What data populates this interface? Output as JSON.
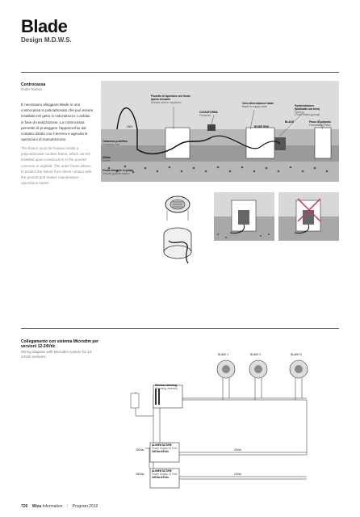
{
  "header": {
    "title": "Blade",
    "subtitle": "Design M.D.W.S."
  },
  "section1": {
    "title": "Controcassa",
    "subtitle": "Outer frames",
    "para_it": "È necessario alloggiare Blade in una controcassa in policarbonato che può essere installata nel getto in calcestruzzo o asfalto in fase di realizzazione. La controcassa permette di proteggere l’apparecchio dal contatto diretto con il terreno e agevola le operazioni di manutenzione.",
    "para_en": "The fixture must be housed inside a polycarbonate counter frame, which can be installed upon construction in the poured concrete or asphalt. The outer frame allows to protect the fixture from direct contact with the ground and makes maintenance operations easier.",
    "labels": {
      "lbl_230v": "230V",
      "lbl_tubazione": "Tubazione protettiva",
      "lbl_tubazione_en": "Protective tube",
      "lbl_ghiaia": "Ghiaia",
      "lbl_ghiaia_en": "Gravel",
      "lbl_fondo": "Fondo drenante in ghiaia",
      "lbl_fondo_en": "Drained gravelly bottom",
      "lbl_pozzetto": "Pozzetto di ispezione con fondo",
      "lbl_pozzetto2": "aperto drenante",
      "lbl_pozzetto_en": "Drained well for inspection",
      "lbl_cassaforma": "CASSAFORMA",
      "lbl_cassaforma_en": "Formwork",
      "lbl_cavo": "Cavo alimentazione blade",
      "lbl_cavo_en": "Blade fix supply cable",
      "lbl_ip68": "BOGIE IP68",
      "lbl_pavim": "Pavimentazione",
      "lbl_pavim2": "(Multicatto ora terra)",
      "lbl_pavim_en": "Flooring",
      "lbl_pavim_en2": "(Three district ground)",
      "lbl_blade": "BLADE",
      "lbl_piano": "Piano di calpestio",
      "lbl_piano_en": "Floorwalking Plane"
    }
  },
  "section2": {
    "title": "Collegamento con sistema Microdim per versioni 12-24Vdc",
    "subtitle": "Wiring diagram with Microdim system for 12-24Vdc versions",
    "labels": {
      "blade1": "BLADE 1",
      "blade2": "BLADE 2",
      "blade3": "BLADE N",
      "dimmer": "Wireless dimming",
      "dimmer_en": "(Dimming, wireless)",
      "psu": "ALIMENTATORE",
      "psu_en": "Power Supply 24 V/dc",
      "psu_spec": "230Vac/24Vdc",
      "psu2_en": "Power Supply 12 V/dc",
      "psu2_spec": "230Vac/12Vdc",
      "in230": "230Vac",
      "out24": "24Vdc",
      "out12": "12Vdc"
    }
  },
  "footer": {
    "page": "726",
    "brand": "Wiza",
    "book": "Information",
    "program": "Program 2012"
  }
}
